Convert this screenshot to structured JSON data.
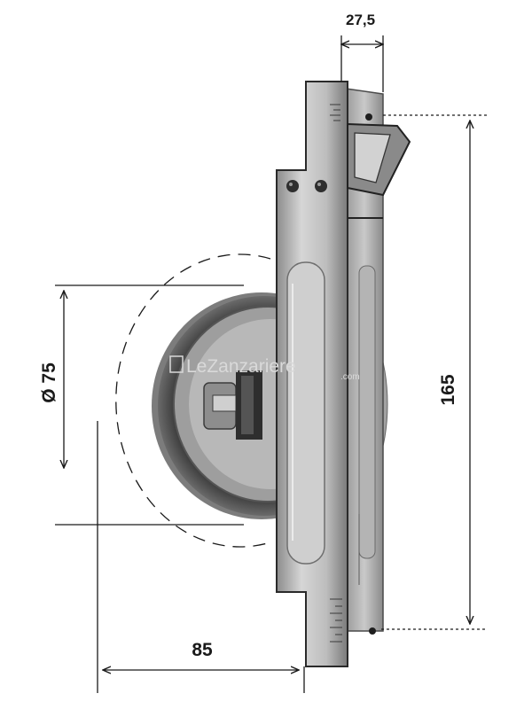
{
  "dimensions": {
    "width_top": "27,5",
    "height": "165",
    "diameter": "Ø 75",
    "depth": "85"
  },
  "watermark": {
    "brand": "LeZanzariere",
    "suffix": ".com"
  },
  "colors": {
    "dimension_line": "#1a1a1a",
    "metal_light": "#cfcfcf",
    "metal_mid": "#a8a8a8",
    "metal_dark": "#4a4a4a",
    "watermark": "#d9d9d9"
  }
}
